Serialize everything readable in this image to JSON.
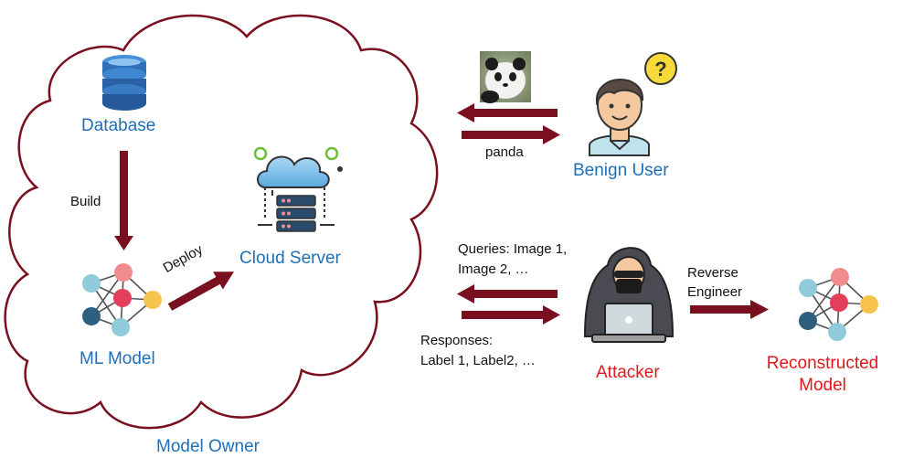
{
  "colors": {
    "arrow": "#7a0f1f",
    "cloud": "#7a0f1f",
    "accent_blue": "#1f6fb8",
    "accent_red": "#e4161b"
  },
  "owner": {
    "label": "Model Owner",
    "database": {
      "label": "Database",
      "icon": "database-icon"
    },
    "build_label": "Build",
    "ml_model": {
      "label": "ML Model",
      "icon": "neural-network-icon"
    },
    "deploy_label": "Deploy",
    "cloud_server": {
      "label": "Cloud Server",
      "icon": "cloud-server-icon"
    }
  },
  "benign": {
    "user_label": "Benign User",
    "user_icon": "confused-user-icon",
    "query_image": "panda-photo",
    "response_label": "panda"
  },
  "attacker": {
    "label": "Attacker",
    "icon": "hooded-hacker-icon",
    "queries_line1": "Queries: Image 1,",
    "queries_line2": "Image 2, …",
    "responses_line1": "Responses:",
    "responses_line2": "Label 1, Label2, …",
    "reverse_line1": "Reverse",
    "reverse_line2": "Engineer",
    "reconstructed_line1": "Reconstructed",
    "reconstructed_line2": "Model"
  }
}
